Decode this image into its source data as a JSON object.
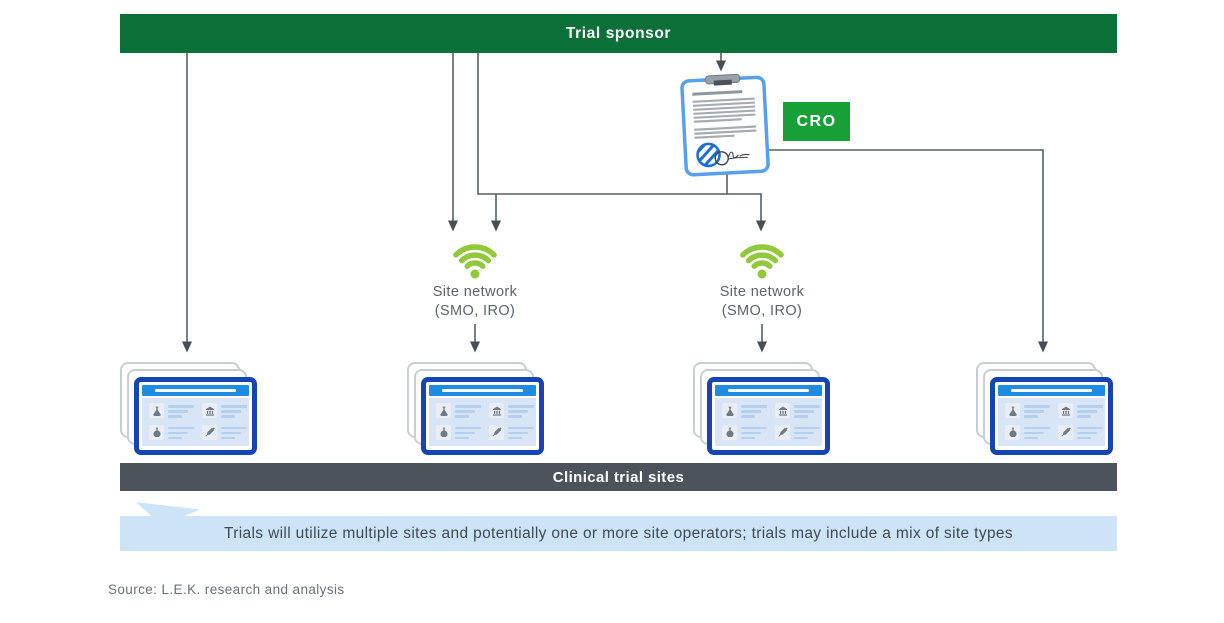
{
  "diagram": {
    "sponsor_label": "Trial sponsor",
    "cro_label": "CRO",
    "site_networks": [
      {
        "line1": "Site network",
        "line2": "(SMO, IRO)"
      },
      {
        "line1": "Site network",
        "line2": "(SMO, IRO)"
      }
    ],
    "sites_bar_label": "Clinical trial sites",
    "banner_text": "Trials will utilize multiple sites and potentially one or more site operators; trials may include a mix of site types",
    "source_text": "Source: L.E.K. research and analysis",
    "icons": {
      "wifi": "wifi-icon",
      "contract": "signed-contract-clipboard-icon",
      "site_card": "clinical-site-workstation-icon",
      "flask": "erlenmeyer-flask-icon",
      "institution": "bank-columns-icon",
      "round_flask": "round-flask-icon",
      "syringe": "syringe-icon",
      "connectors": "arrow-connector"
    },
    "colors": {
      "sponsor_green": "#0b7038",
      "cro_green": "#17a038",
      "wifi_green": "#92c83c",
      "sites_bar_gray": "#4a545a",
      "banner_blue": "#cde4f8",
      "card_border_blue": "#1645b2",
      "card_topbar_blue": "#1d8ce2",
      "card_panel_blue": "#d7e5f7",
      "connector_gray": "#565e64",
      "clipboard_blue": "#58a0e9",
      "seal_blue": "#1a6fd1"
    }
  }
}
